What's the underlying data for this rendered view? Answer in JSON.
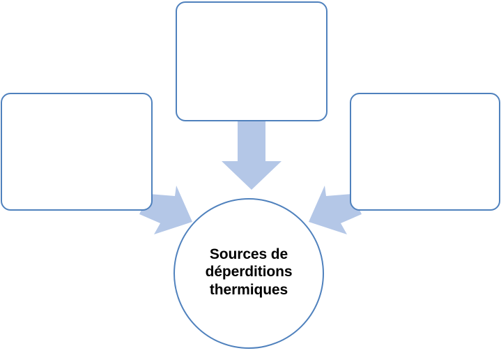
{
  "diagram": {
    "type": "converging-arrows-diagram",
    "background_color": "#ffffff",
    "accent_color": "#4f81bd",
    "arrow_fill_color": "#b4c7e7",
    "center": {
      "shape": "ellipse",
      "label": "Sources de\ndéperditions\nthermiques",
      "text_color": "#000000"
    },
    "nodes": [
      {
        "id": "top",
        "shape": "rounded-rectangle",
        "label": ""
      },
      {
        "id": "left",
        "shape": "rounded-rectangle",
        "label": ""
      },
      {
        "id": "right",
        "shape": "rounded-rectangle",
        "label": ""
      }
    ],
    "arrows": [
      {
        "id": "top-to-center",
        "direction": "down",
        "from": "top",
        "to": "center"
      },
      {
        "id": "left-to-center",
        "direction": "down-right",
        "from": "left",
        "to": "center"
      },
      {
        "id": "right-to-center",
        "direction": "down-left",
        "from": "right",
        "to": "center"
      }
    ]
  }
}
